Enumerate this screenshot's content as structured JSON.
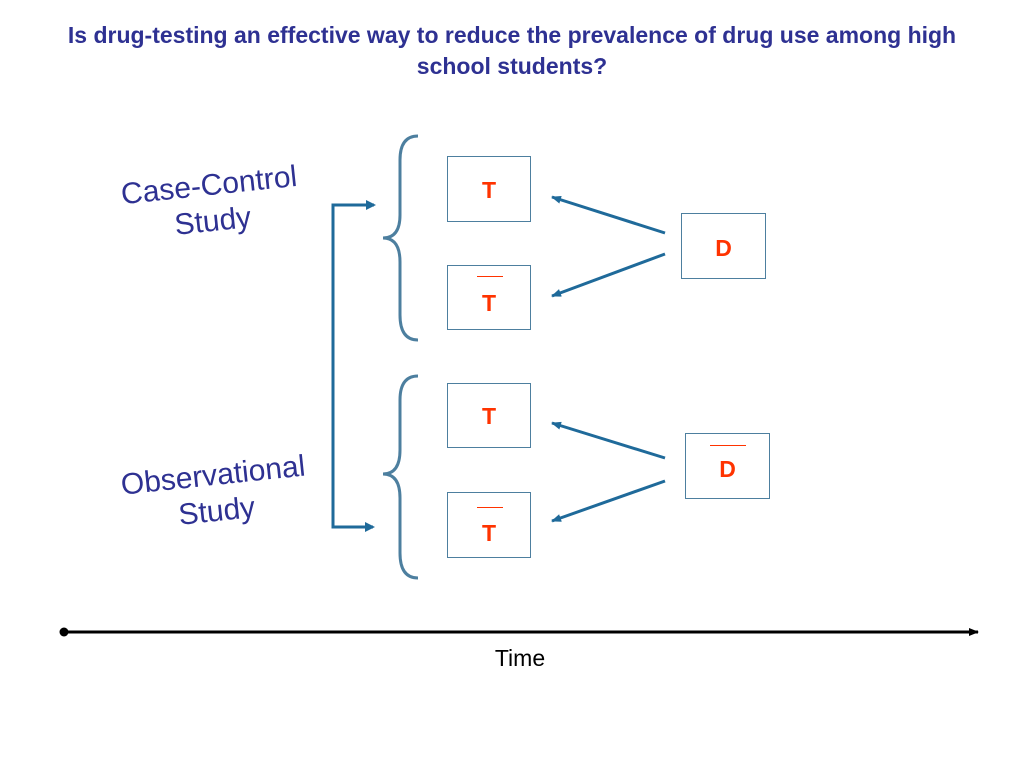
{
  "title": "Is drug-testing an effective way to reduce the prevalence of drug use among high school students?",
  "labels": {
    "case_control": "Case-Control Study",
    "observational": "Observational Study",
    "time": "Time"
  },
  "boxes": {
    "t_top": "T",
    "tbar_top": "T",
    "d": "D",
    "t_bottom": "T",
    "tbar_bottom": "T",
    "dbar": "D"
  },
  "colors": {
    "heading": "#2e3192",
    "box_text": "#ff3300",
    "arrow": "#1f6a9a",
    "brace": "#4d7f9f",
    "timeline": "#000000"
  }
}
